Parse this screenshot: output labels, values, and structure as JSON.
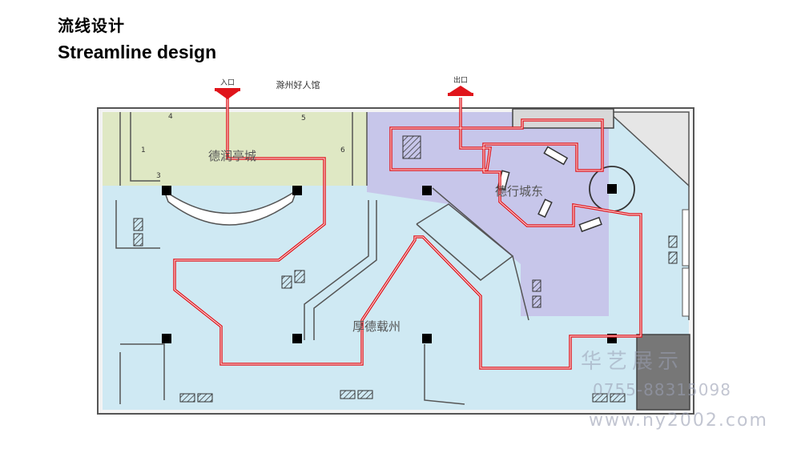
{
  "header": {
    "title_cn": "流线设计",
    "title_en": "Streamline design"
  },
  "plan": {
    "hall_name": "滁州好人馆",
    "entrance_label": "入口",
    "exit_label": "出口",
    "zones": {
      "green": "德润亭城",
      "purple": "德行城东",
      "blue": "厚德载州"
    },
    "numbers": [
      "1",
      "3",
      "4",
      "5",
      "6"
    ],
    "colors": {
      "route": "#e0141b",
      "green_zone": "#dfe8c4",
      "purple_zone": "#c7c6ea",
      "blue_zone": "#cfe9f3",
      "wall": "#555555"
    }
  },
  "watermark": {
    "brand_cn": "华艺展示",
    "phone": "0755-88315098",
    "url": "www.ny2002.com"
  }
}
